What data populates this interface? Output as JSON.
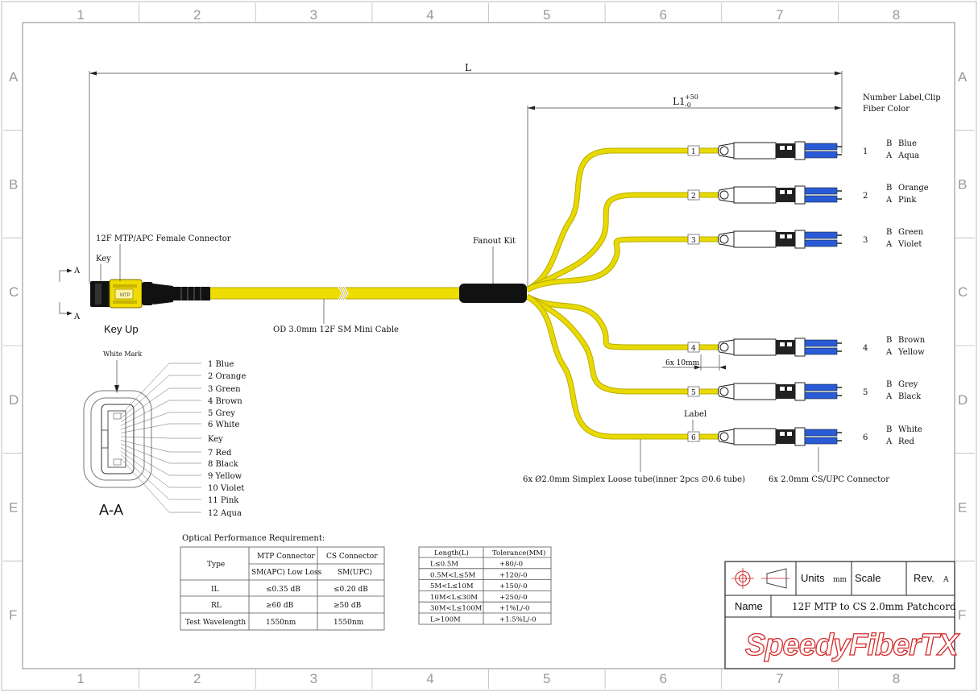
{
  "grid": {
    "columns": [
      "1",
      "2",
      "3",
      "4",
      "5",
      "6",
      "7",
      "8"
    ],
    "rows": [
      "A",
      "B",
      "C",
      "D",
      "E",
      "F"
    ]
  },
  "dimensions": {
    "length_label": "L",
    "l1_label": "L1",
    "l1_tol_upper": "+50",
    "l1_tol_lower": "-0",
    "spacing_label": "6x 10mm"
  },
  "header_notes": {
    "number_label_clip": "Number Label,Clip",
    "fiber_color": "Fiber Color"
  },
  "callouts": {
    "mtp_connector": "12F MTP/APC Female Connector",
    "key": "Key",
    "key_up": "Key Up",
    "section_mark": "A",
    "fanout_kit": "Fanout Kit",
    "cable": "OD 3.0mm 12F SM Mini Cable",
    "loose_tube": "6x Ø2.0mm Simplex Loose tube(inner 2pcs ∅0.6 tube)",
    "cs_connector": "6x 2.0mm CS/UPC Connector",
    "label": "Label",
    "white_mark": "White Mark",
    "section_title": "A-A"
  },
  "connectors": [
    {
      "num": "1",
      "tag": "1",
      "b": "B",
      "b_color": "Blue",
      "a": "A",
      "a_color": "Aqua"
    },
    {
      "num": "2",
      "tag": "2",
      "b": "B",
      "b_color": "Orange",
      "a": "A",
      "a_color": "Pink"
    },
    {
      "num": "3",
      "tag": "3",
      "b": "B",
      "b_color": "Green",
      "a": "A",
      "a_color": "Violet"
    },
    {
      "num": "4",
      "tag": "4",
      "b": "B",
      "b_color": "Brown",
      "a": "A",
      "a_color": "Yellow"
    },
    {
      "num": "5",
      "tag": "5",
      "b": "B",
      "b_color": "Grey",
      "a": "A",
      "a_color": "Black"
    },
    {
      "num": "6",
      "tag": "6",
      "b": "B",
      "b_color": "White",
      "a": "A",
      "a_color": "Red"
    }
  ],
  "fiber_list": [
    "1 Blue",
    "2 Orange",
    "3 Green",
    "4 Brown",
    "5 Grey",
    "6 White",
    "Key",
    "7 Red",
    "8 Black",
    "9 Yellow",
    "10 Violet",
    "11 Pink",
    "12 Aqua"
  ],
  "optical": {
    "title": "Optical Performance Requirement:",
    "type_label": "Type",
    "col_mtp": "MTP Connector",
    "col_cs": "CS Connector",
    "mtp_grade": "SM(APC) Low Loss",
    "cs_grade": "SM(UPC)",
    "rows": [
      {
        "name": "IL",
        "mtp": "≤0.35 dB",
        "cs": "≤0.20 dB"
      },
      {
        "name": "RL",
        "mtp": "≥60 dB",
        "cs": "≥50 dB"
      },
      {
        "name": "Test Wavelength",
        "mtp": "1550nm",
        "cs": "1550nm"
      }
    ]
  },
  "tolerance": {
    "col_length": "Length(L)",
    "col_tol": "Tolerance(MM)",
    "rows": [
      {
        "len": "L≤0.5M",
        "tol": "+80/-0"
      },
      {
        "len": "0.5M<L≤5M",
        "tol": "+120/-0"
      },
      {
        "len": "5M<L≤10M",
        "tol": "+150/-0"
      },
      {
        "len": "10M<L≤30M",
        "tol": "+250/-0"
      },
      {
        "len": "30M<L≤100M",
        "tol": "+1%L/-0"
      },
      {
        "len": "L>100M",
        "tol": "+1.5%L/-0"
      }
    ]
  },
  "title_block": {
    "units_label": "Units",
    "units_value": "mm",
    "scale_label": "Scale",
    "rev_label": "Rev.",
    "rev_value": "A",
    "name_label": "Name",
    "name_value": "12F MTP to CS 2.0mm Patchcord",
    "logo_text": "SpeedyFiberTX",
    "logo_color": "#d42a2a"
  },
  "colors": {
    "fiber_yellow": "#e8da00",
    "connector_blue": "#2a5bd7",
    "mtp_yellow": "#f0dc00"
  }
}
